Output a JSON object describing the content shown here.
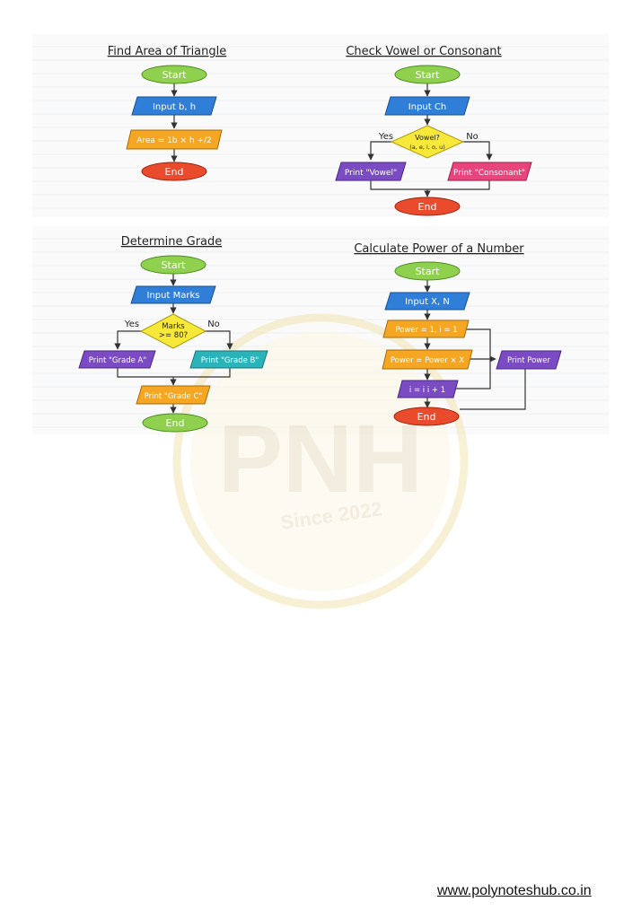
{
  "watermark": {
    "logo_text": "PNH",
    "since_text": "Since 2022"
  },
  "flowcharts": {
    "triangle": {
      "title": "Find Area of Triangle",
      "start": "Start",
      "input": "Input b, h",
      "process": "Area = 1b × h ÷/2",
      "end": "End"
    },
    "vowel": {
      "title": "Check Vowel or Consonant",
      "start": "Start",
      "input": "Input Ch",
      "decision_line1": "Vowel?",
      "decision_line2": "(a, e, i, o, u)",
      "yes_label": "Yes",
      "no_label": "No",
      "output_yes": "Print \"Vowel\"",
      "output_no": "Print \"Consonant\"",
      "end": "End"
    },
    "grade": {
      "title": "Determine Grade",
      "start": "Start",
      "input": "Input Marks",
      "decision_line1": "Marks",
      "decision_line2": ">= 80?",
      "yes_label": "Yes",
      "no_label": "No",
      "output_a": "Print \"Grade A\"",
      "output_b": "Print \"Grade B\"",
      "output_c": "Print \"Grade C\"",
      "end": "End"
    },
    "power": {
      "title": "Calculate Power of a Number",
      "start": "Start",
      "input": "Input X, N",
      "init": "Power = 1, i = 1",
      "multiply": "Power = Power × X",
      "increment": "i = i i + 1",
      "output": "Print Power",
      "end": "End"
    }
  },
  "footer": {
    "url": "www.polynoteshub.co.in"
  },
  "colors": {
    "terminal_start": "#8fd14f",
    "terminal_end": "#e94b2c",
    "input": "#2f7fd8",
    "process": "#f5a623",
    "decision": "#f7e83a",
    "print_purple": "#7b4bc4",
    "print_pink": "#e8457c",
    "print_teal": "#2ab3b8",
    "watermark": "#f4e5b4"
  }
}
